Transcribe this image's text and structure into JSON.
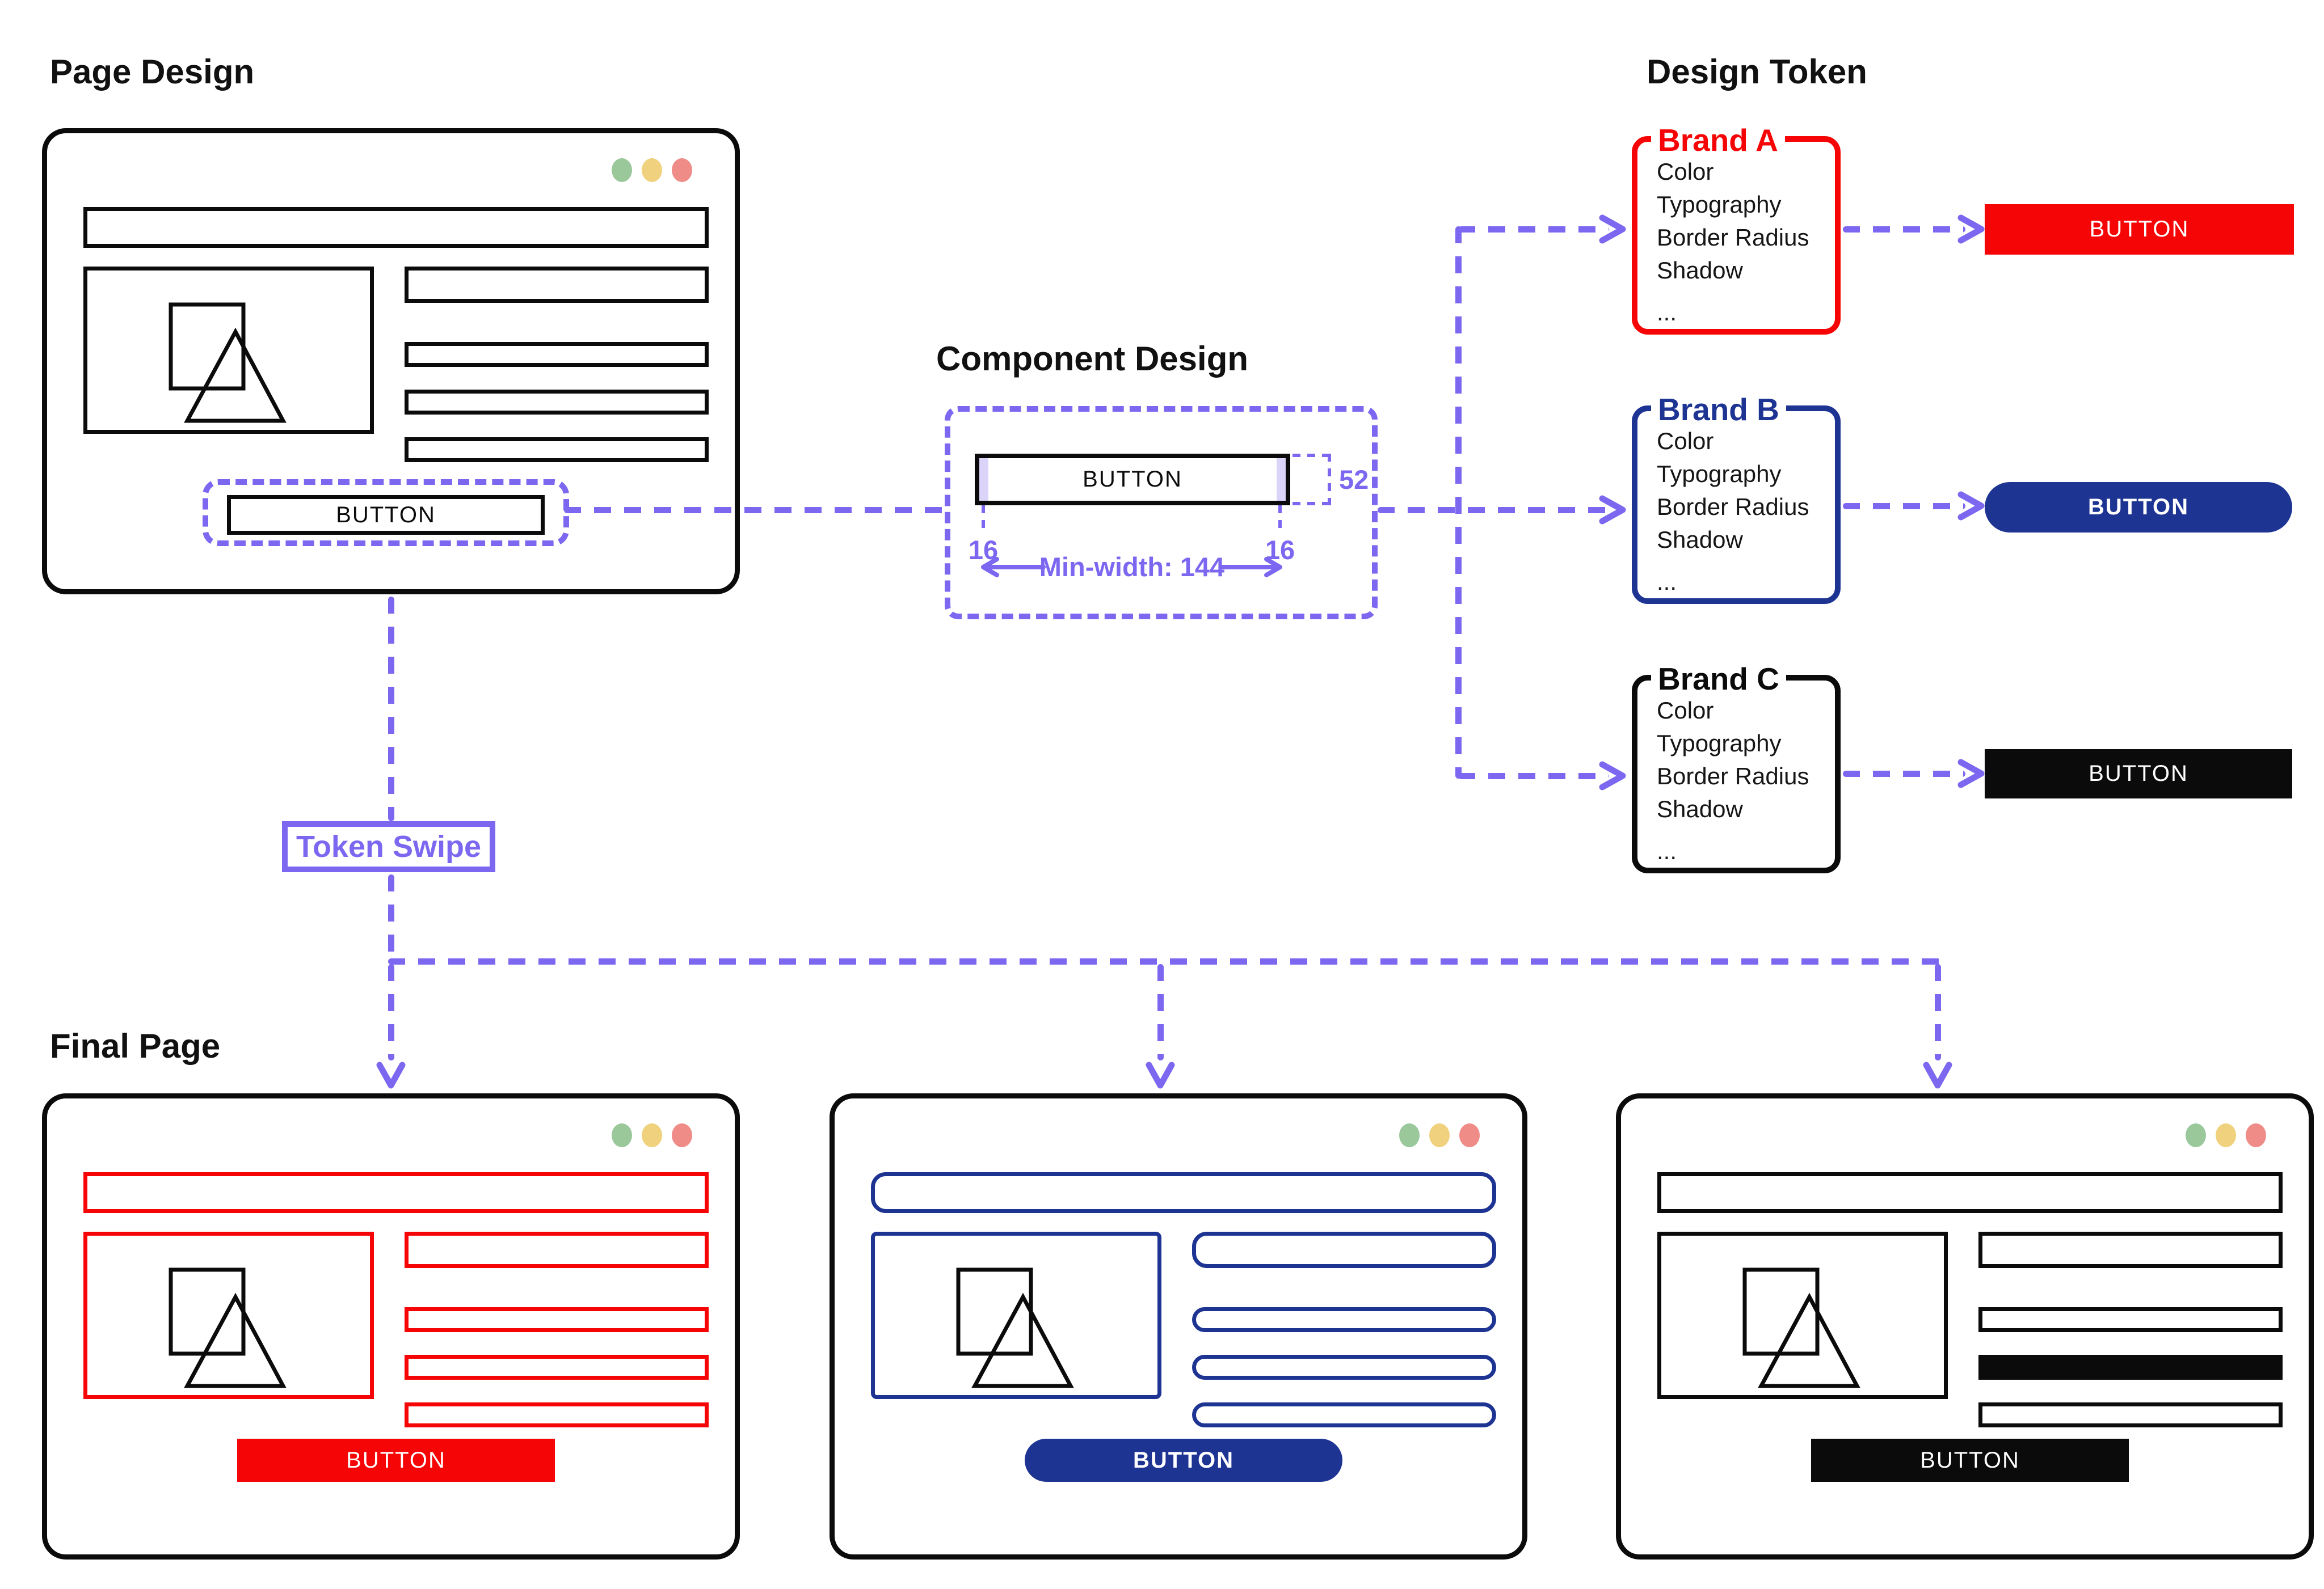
{
  "colors": {
    "purple": "#7C68F0",
    "red": "#F50505",
    "navy": "#1E3493",
    "ink": "#0B0B0B",
    "pad_lavender": "#DCD4F8",
    "traffic_green": "#9AC89B",
    "traffic_yellow": "#F0D17E",
    "traffic_red": "#F08C87"
  },
  "titles": {
    "page_design": "Page Design",
    "component_design": "Component Design",
    "design_token": "Design Token",
    "final_page": "Final Page"
  },
  "page_design": {
    "button_label": "BUTTON"
  },
  "component_design": {
    "button_label": "BUTTON",
    "height_label": "52",
    "padding_left_label": "16",
    "padding_right_label": "16",
    "min_width_label": "Min-width: 144"
  },
  "token_swipe": {
    "label": "Token Swipe"
  },
  "design_token": {
    "brands": [
      {
        "name": "Brand A",
        "items": [
          "Color",
          "Typography",
          "Border Radius",
          "Shadow",
          "..."
        ],
        "button_label": "BUTTON"
      },
      {
        "name": "Brand B",
        "items": [
          "Color",
          "Typography",
          "Border Radius",
          "Shadow",
          "..."
        ],
        "button_label": "BUTTON"
      },
      {
        "name": "Brand C",
        "items": [
          "Color",
          "Typography",
          "Border Radius",
          "Shadow",
          "..."
        ],
        "button_label": "BUTTON"
      }
    ]
  },
  "final_pages": [
    {
      "brand": "Brand A",
      "button_label": "BUTTON"
    },
    {
      "brand": "Brand B",
      "button_label": "BUTTON"
    },
    {
      "brand": "Brand C",
      "button_label": "BUTTON"
    }
  ]
}
